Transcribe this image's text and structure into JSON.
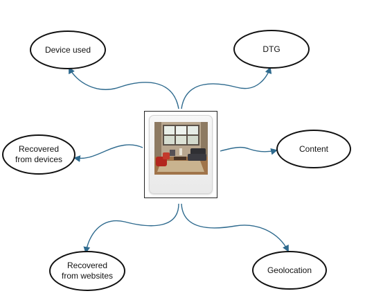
{
  "nodes": {
    "device_used": "Device used",
    "dtg": "DTG",
    "recovered_devices": "Recovered\nfrom devices",
    "content": "Content",
    "recovered_websites": "Recovered\nfrom websites",
    "geolocation": "Geolocation"
  },
  "center_image": {
    "icon": "room-photo-icon",
    "description_none": ""
  },
  "colors": {
    "connector": "#2e6a8e",
    "node_border": "#111111",
    "node_fill": "#ffffff",
    "text": "#111111"
  }
}
